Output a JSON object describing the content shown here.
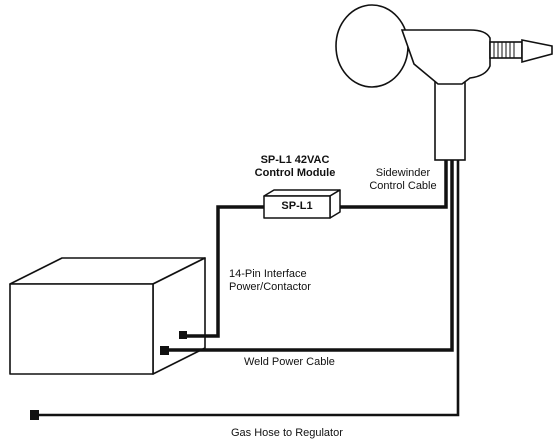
{
  "labels": {
    "module_title_line1": "SP-L1 42VAC",
    "module_title_line2": "Control Module",
    "module_box_text": "SP-L1",
    "sidewinder_line1": "Sidewinder",
    "sidewinder_line2": "Control Cable",
    "interface_line1": "14-Pin Interface",
    "interface_line2": "Power/Contactor",
    "weld_power": "Weld Power Cable",
    "gas_hose": "Gas Hose to Regulator"
  },
  "colors": {
    "stroke": "#111111",
    "fill": "#ffffff"
  }
}
